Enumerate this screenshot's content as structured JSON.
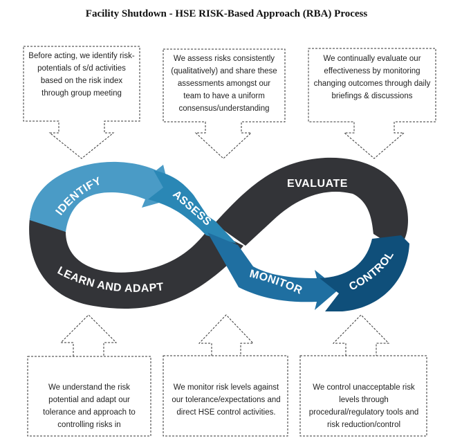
{
  "title": "Facility Shutdown - HSE RISK-Based Approach (RBA) Process",
  "callouts": {
    "identify": "Before acting, we identify risk-potentials of s/d activities based on the risk index through group meeting",
    "assess": "We assess risks consistently (qualitatively) and share these assessments amongst our team to have a uniform consensus/understanding",
    "evaluate": "We continually evaluate our effectiveness by monitoring changing outcomes through daily briefings & discussions",
    "learn": "We understand the risk potential and adapt our tolerance and approach to controlling risks in",
    "monitor": "We monitor risk levels against our tolerance/expectations and direct HSE control activities.",
    "control": "We control unacceptable risk levels through procedural/regulatory tools and risk reduction/control"
  },
  "stages": {
    "identify": "IDENTIFY",
    "assess": "ASSESS",
    "evaluate": "EVALUATE",
    "monitor": "MONITOR",
    "control": "CONTROL",
    "learn": "LEARN AND ADAPT"
  },
  "colors": {
    "identify": "#4a9bc6",
    "assess": "#2a87b5",
    "monitor": "#1f6fa1",
    "control": "#0f4f7a",
    "dark": "#333438"
  }
}
